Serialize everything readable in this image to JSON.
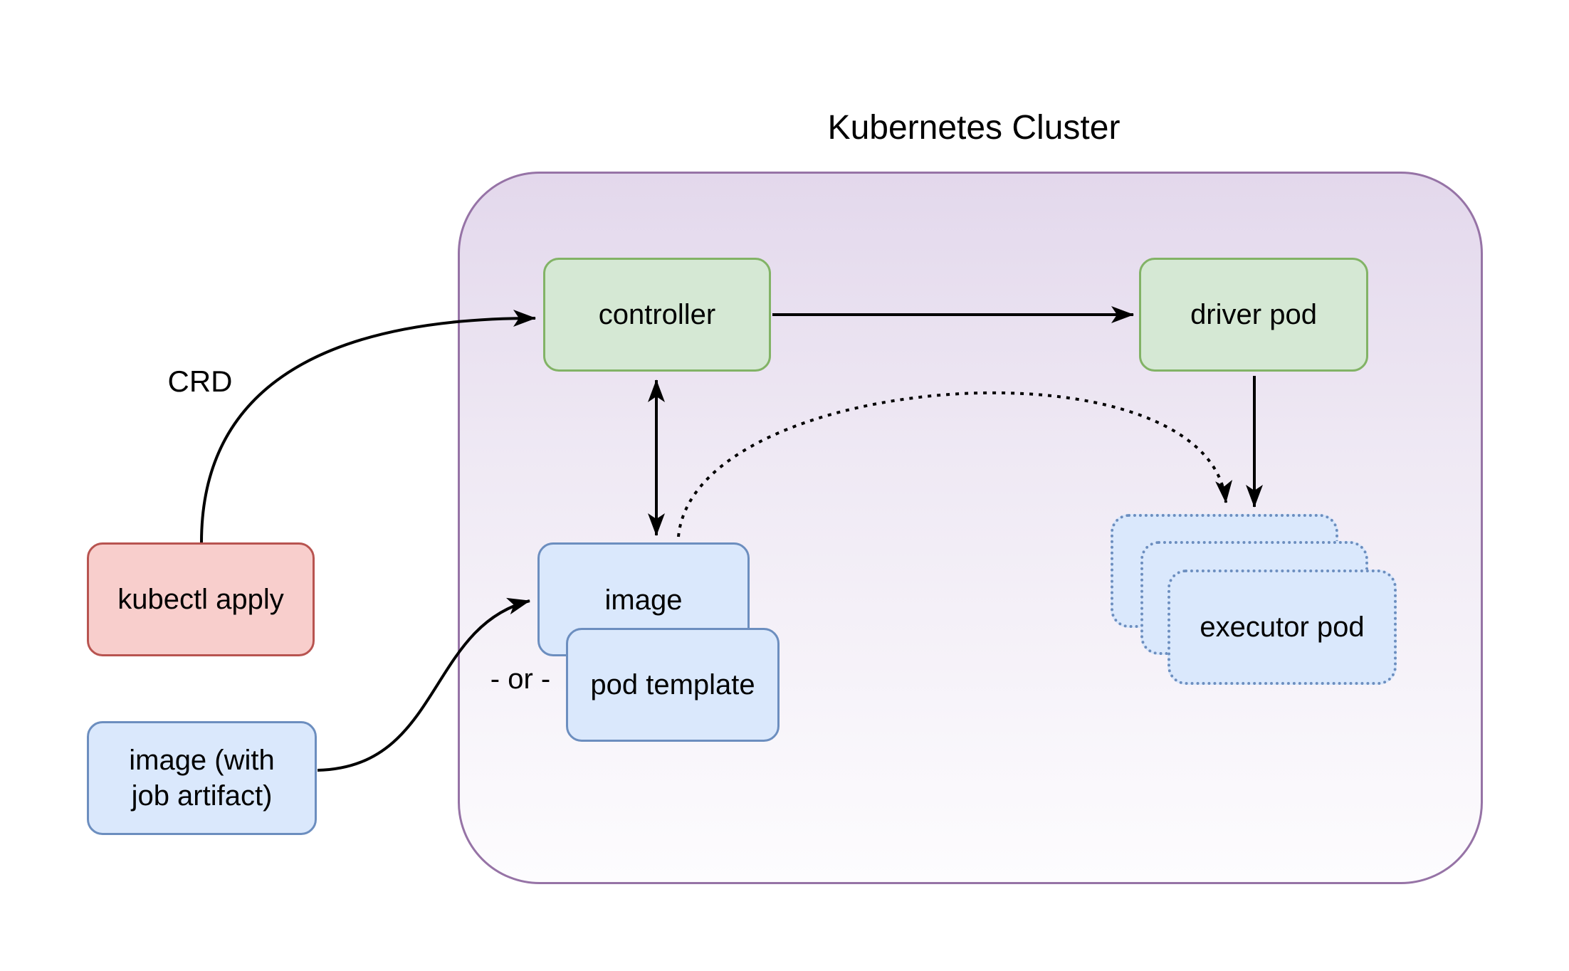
{
  "title": "Kubernetes Cluster",
  "labels": {
    "crd": "CRD",
    "or": "- or -"
  },
  "nodes": {
    "controller": "controller",
    "driver_pod": "driver pod",
    "image": "image",
    "pod_template": "pod template",
    "executor_pod": "executor pod",
    "kubectl_apply": "kubectl apply",
    "image_with_job_artifact": "image (with\njob artifact)"
  },
  "theme": {
    "green-fill": "#d5e8d4",
    "green-stroke": "#82b366",
    "blue-fill": "#dae8fc",
    "blue-stroke": "#6c8ebf",
    "red-fill": "#f8cecc",
    "red-stroke": "#b85450",
    "purple-stroke": "#9673a6",
    "purple-fill-top": "#e3d8ec",
    "purple-fill-bottom": "#fdfcfe",
    "edge-color": "#000000",
    "text-color": "#000000"
  }
}
